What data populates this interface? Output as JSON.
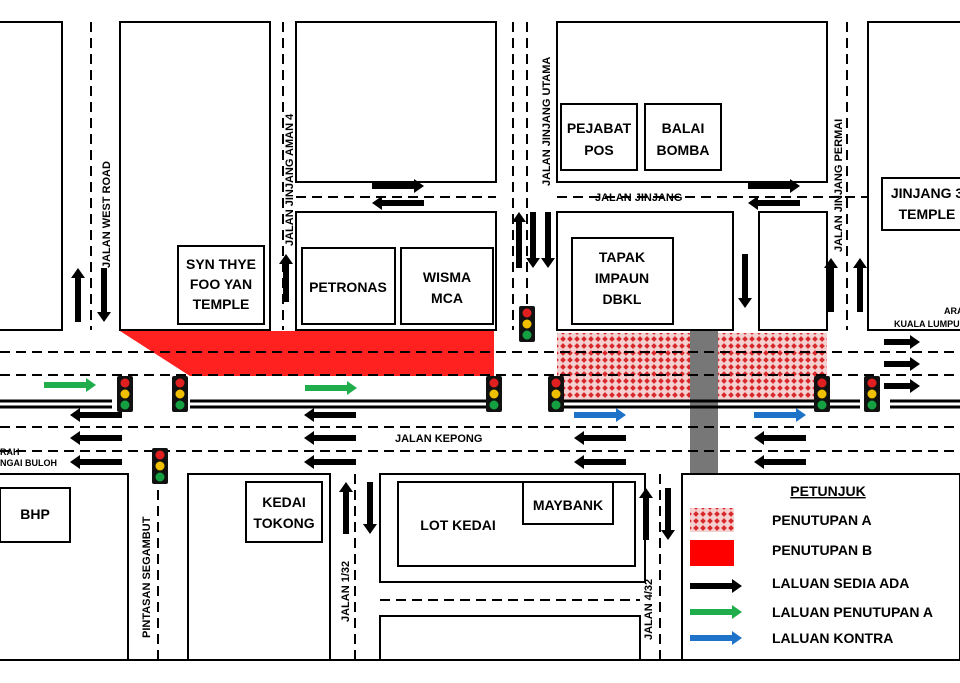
{
  "roads": {
    "jalan_west_road": "JALAN WEST ROAD",
    "jalan_jinjang_aman_4": "JALAN JINJANG AMAN 4",
    "jalan_jinjang_utama": "JALAN JINJANG UTAMA",
    "jalan_jinjang_permai": "JALAN JINJANG PERMAI",
    "jalan_jinjang": "JALAN JINJANG",
    "jalan_kepong": "JALAN KEPONG",
    "pintasan_segambut": "PINTASAN SEGAMBUT",
    "jalan_1_32": "JALAN 1/32",
    "jalan_4_32": "JALAN 4/32",
    "arah_kuala_lumpur_top": "ARA",
    "arah_kuala_lumpur_bottom": "KUALA LUMPU",
    "arah_sungai_buloh_top": "RAH",
    "arah_sungai_buloh_bottom": "NGAI BULOH"
  },
  "buildings": {
    "syn_thye": [
      "SYN THYE",
      "FOO YAN",
      "TEMPLE"
    ],
    "petronas": "PETRONAS",
    "wisma_mca": [
      "WISMA",
      "MCA"
    ],
    "pejabat_pos": [
      "PEJABAT",
      "POS"
    ],
    "balai_bomba": [
      "BALAI",
      "BOMBA"
    ],
    "tapak_impaun": [
      "TAPAK",
      "IMPAUN",
      "DBKL"
    ],
    "jinjang_temple": [
      "JINJANG 3",
      "TEMPLE"
    ],
    "bhp": "BHP",
    "kedai_tokong": [
      "KEDAI",
      "TOKONG"
    ],
    "lot_kedai": "LOT KEDAI",
    "maybank": "MAYBANK"
  },
  "legend": {
    "title": "PETUNJUK",
    "items": [
      {
        "key": "closure_a",
        "label": "PENUTUPAN  A",
        "swatch": "red-dots",
        "color": "#dd2a2a"
      },
      {
        "key": "closure_b",
        "label": "PENUTUPAN  B",
        "swatch": "red-solid",
        "color": "#ff0000"
      },
      {
        "key": "existing_route",
        "label": "LALUAN SEDIA ADA",
        "swatch": "arrow",
        "color": "#000000"
      },
      {
        "key": "closure_a_route",
        "label": "LALUAN PENUTUPAN A",
        "swatch": "arrow",
        "color": "#1fae4b"
      },
      {
        "key": "contra_route",
        "label": "LALUAN KONTRA",
        "swatch": "arrow",
        "color": "#1e73c8"
      }
    ]
  },
  "colors": {
    "closure_b": "#ff2020",
    "closure_a": "#d8282b",
    "existing": "#000000",
    "green_route": "#1fae4b",
    "blue_route": "#1e73c8",
    "barrier": "#777777",
    "light_red": "#e02020",
    "light_yellow": "#f0c000",
    "light_green": "#14a040"
  }
}
